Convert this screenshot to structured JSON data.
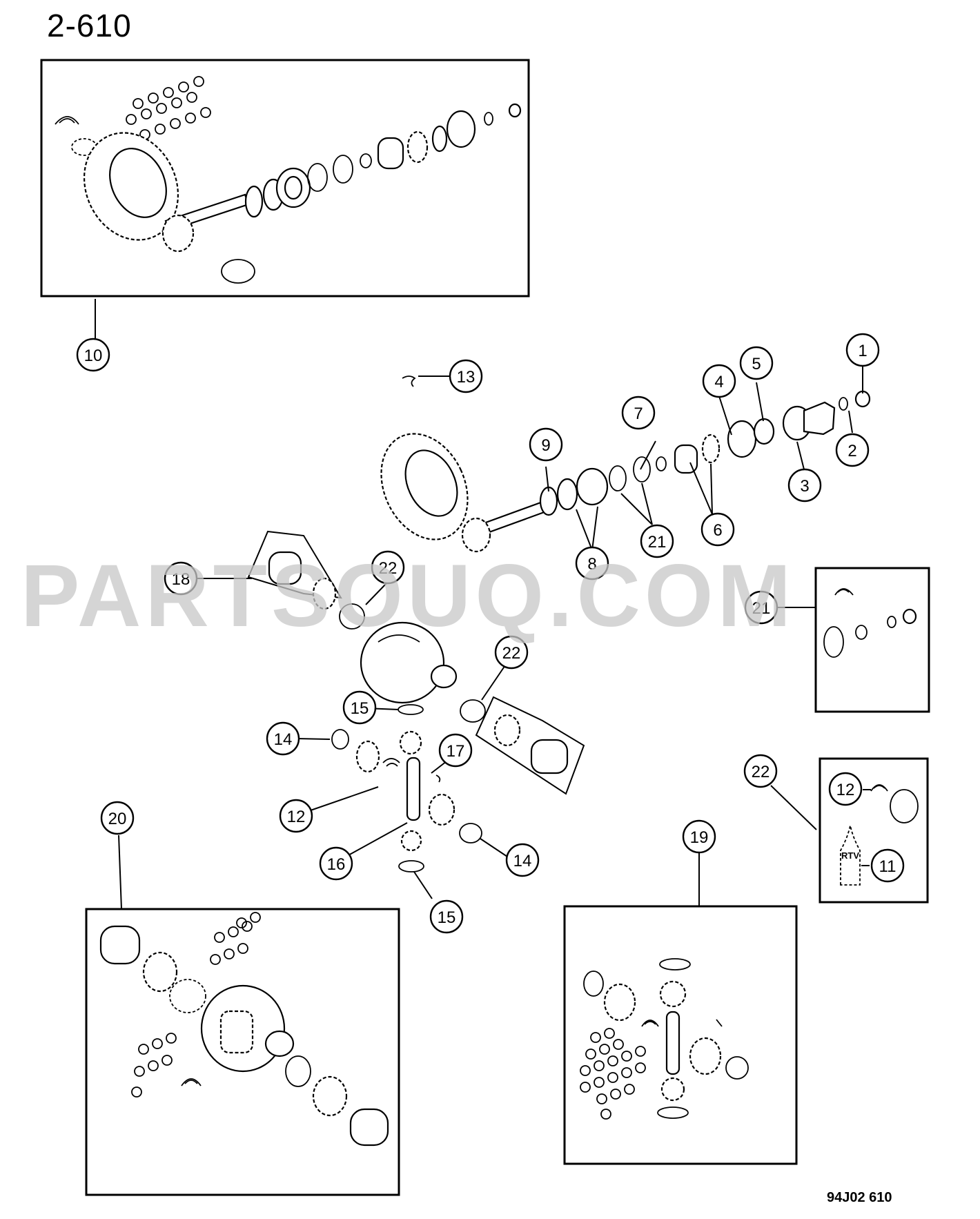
{
  "page": {
    "title": "2-610",
    "footer_code": "94J02 610",
    "watermark": "PARTSOUQ.COM"
  },
  "callouts": [
    {
      "number": "1"
    },
    {
      "number": "2"
    },
    {
      "number": "3"
    },
    {
      "number": "4"
    },
    {
      "number": "5"
    },
    {
      "number": "6"
    },
    {
      "number": "7"
    },
    {
      "number": "8"
    },
    {
      "number": "9"
    },
    {
      "number": "10"
    },
    {
      "number": "13"
    },
    {
      "number": "18"
    },
    {
      "number": "22"
    },
    {
      "number": "21"
    },
    {
      "number": "21"
    },
    {
      "number": "22"
    },
    {
      "number": "15"
    },
    {
      "number": "14"
    },
    {
      "number": "17"
    },
    {
      "number": "12"
    },
    {
      "number": "16"
    },
    {
      "number": "14"
    },
    {
      "number": "15"
    },
    {
      "number": "20"
    },
    {
      "number": "19"
    },
    {
      "number": "22"
    },
    {
      "number": "12"
    },
    {
      "number": "11"
    }
  ],
  "sealant_tube_text": "RTV",
  "icons": [
    "ring-gear-icon",
    "pinion-gear-icon",
    "bearing-icon",
    "washer-icon",
    "bolt-icon",
    "yoke-icon",
    "differential-case-icon",
    "sealant-tube-icon"
  ]
}
